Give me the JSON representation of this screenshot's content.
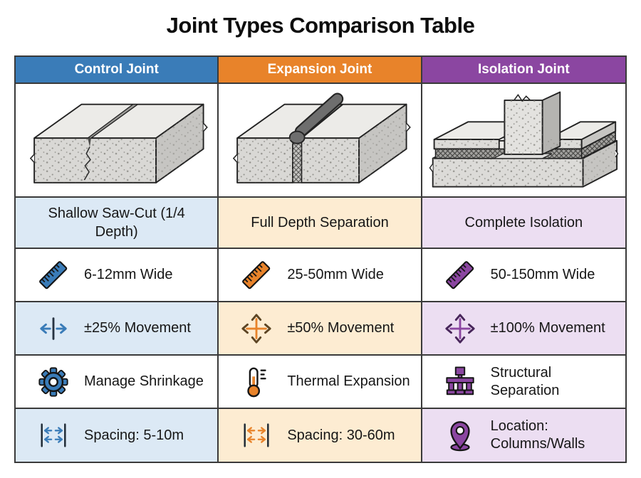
{
  "title": "Joint Types Comparison Table",
  "table": {
    "border_color": "#3a3a3a",
    "header_text_color": "#ffffff",
    "row_labels": [
      "header",
      "illustration",
      "description",
      "joint-width",
      "movement-capacity",
      "function",
      "spacing-or-location"
    ]
  },
  "columns": [
    {
      "id": "control-joint",
      "header": "Control Joint",
      "accent": "#3a7cb8",
      "tint": "#dce9f5",
      "description": "Shallow Saw-Cut (1/4 Depth)",
      "width_label": "6-12mm Wide",
      "movement_label": "±25% Movement",
      "function_label": "Manage Shrinkage",
      "spacing_label": "Spacing: 5-10m",
      "icons": {
        "illustration": "sawcut-crack-slab-diagram",
        "width": "ruler-icon",
        "movement": "move-horizontal-icon",
        "function": "gear-icon",
        "spacing": "spacing-range-icon"
      }
    },
    {
      "id": "expansion-joint",
      "header": "Expansion Joint",
      "accent": "#e8832a",
      "tint": "#fdecd2",
      "description": "Full Depth Separation",
      "width_label": "25-50mm Wide",
      "movement_label": "±50% Movement",
      "function_label": "Thermal Expansion",
      "spacing_label": "Spacing: 30-60m",
      "icons": {
        "illustration": "full-depth-sealant-slab-diagram",
        "width": "ruler-icon",
        "movement": "move-4way-icon",
        "function": "thermometer-icon",
        "spacing": "spacing-range-icon"
      }
    },
    {
      "id": "isolation-joint",
      "header": "Isolation Joint",
      "accent": "#8b46a1",
      "tint": "#ecdef2",
      "description": "Complete Isolation",
      "width_label": "50-150mm Wide",
      "movement_label": "±100% Movement",
      "function_label": "Structural Separation",
      "spacing_label": "Location: Columns/Walls",
      "icons": {
        "illustration": "column-isolation-slab-diagram",
        "width": "ruler-icon",
        "movement": "move-4way-icon",
        "function": "structure-foundation-icon",
        "spacing": "location-pin-icon"
      }
    }
  ]
}
